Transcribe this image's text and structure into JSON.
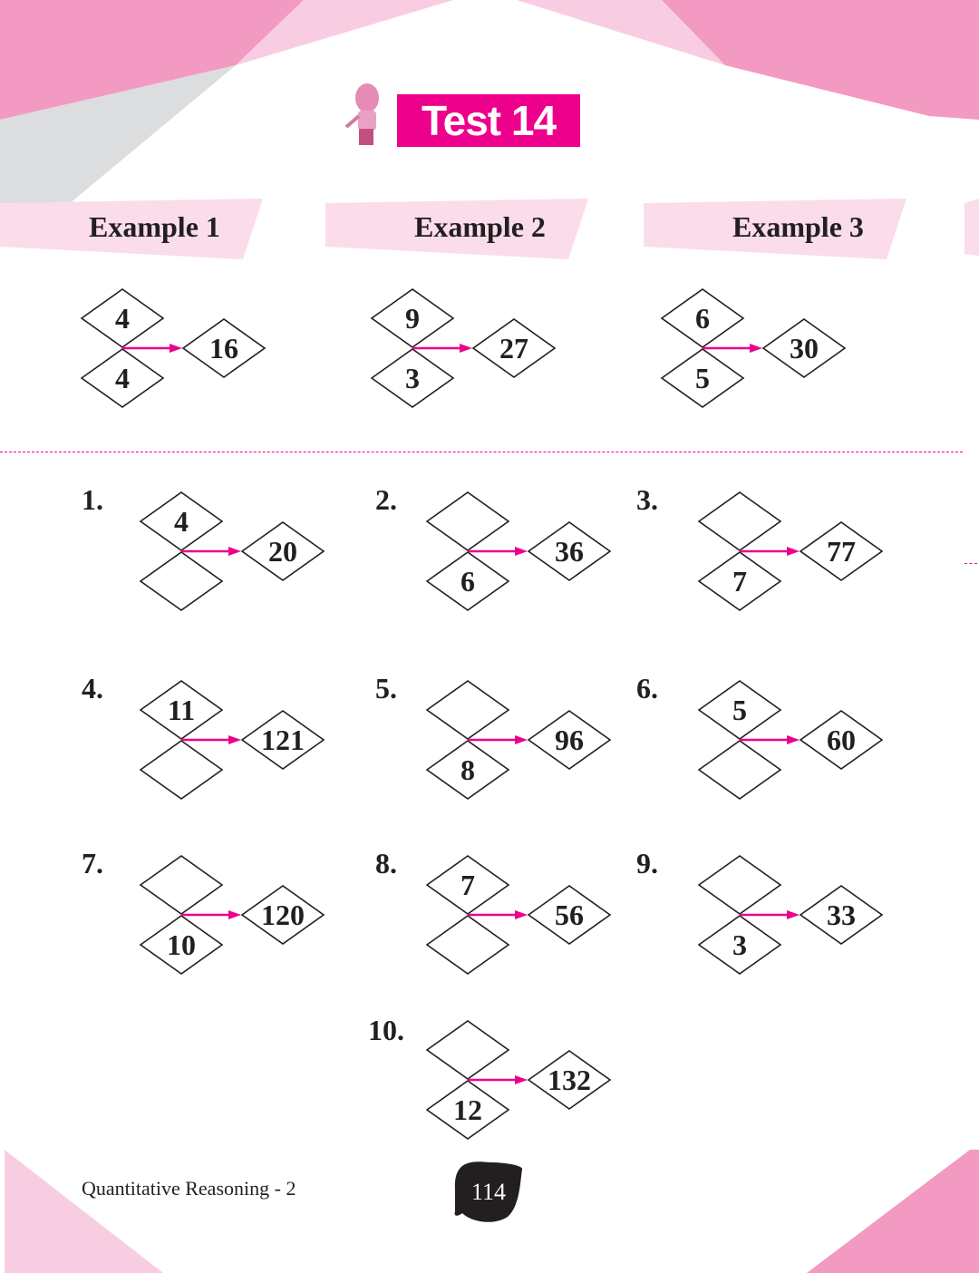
{
  "title": "Test 14",
  "colors": {
    "accent": "#ec008c",
    "pink_dark": "#f39ac2",
    "pink_light": "#f9cde1",
    "tab": "#fbdcea",
    "gray": "#dcdddf"
  },
  "examples": [
    {
      "label": "Example 1",
      "top": "4",
      "bottom": "4",
      "result": "16"
    },
    {
      "label": "Example 2",
      "top": "9",
      "bottom": "3",
      "result": "27"
    },
    {
      "label": "Example 3",
      "top": "6",
      "bottom": "5",
      "result": "30"
    }
  ],
  "problems": [
    {
      "number": "1.",
      "top": "4",
      "bottom": "",
      "result": "20"
    },
    {
      "number": "2.",
      "top": "",
      "bottom": "6",
      "result": "36"
    },
    {
      "number": "3.",
      "top": "",
      "bottom": "7",
      "result": "77"
    },
    {
      "number": "4.",
      "top": "11",
      "bottom": "",
      "result": "121"
    },
    {
      "number": "5.",
      "top": "",
      "bottom": "8",
      "result": "96"
    },
    {
      "number": "6.",
      "top": "5",
      "bottom": "",
      "result": "60"
    },
    {
      "number": "7.",
      "top": "",
      "bottom": "10",
      "result": "120"
    },
    {
      "number": "8.",
      "top": "7",
      "bottom": "",
      "result": "56"
    },
    {
      "number": "9.",
      "top": "",
      "bottom": "3",
      "result": "33"
    },
    {
      "number": "10.",
      "top": "",
      "bottom": "12",
      "result": "132"
    }
  ],
  "footer": {
    "book": "Quantitative Reasoning - 2",
    "page": "114"
  }
}
